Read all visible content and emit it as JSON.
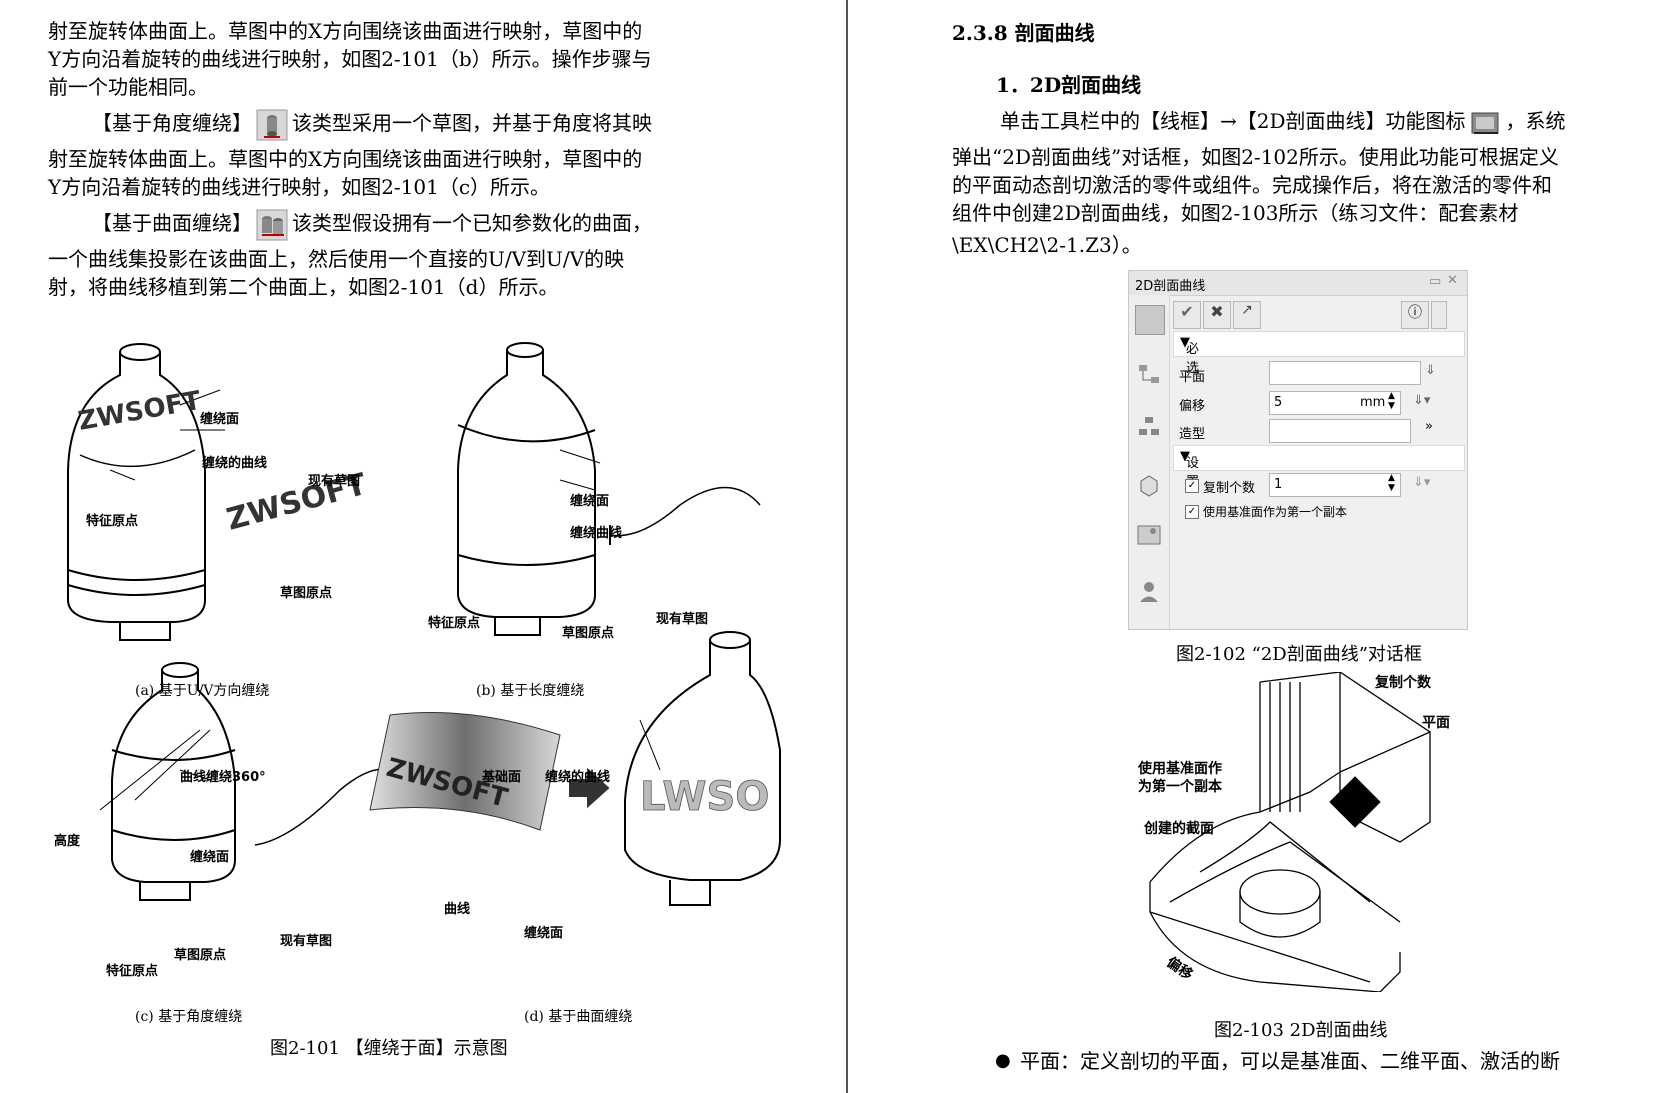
{
  "left": {
    "lines": [
      "射至旋转体曲面上。草图中的X方向围绕该曲面进行映射，草图中的",
      "Y方向沿着旋转的曲线进行映射，如图2-101（b）所示。操作步骤与",
      "前一个功能相同。"
    ],
    "angle_label": "【基于角度缠绕】",
    "angle_text": "该类型采用一个草图，并基于角度将其映",
    "angle_lines": [
      "射至旋转体曲面上。草图中的X方向围绕该曲面进行映射，草图中的",
      "Y方向沿着旋转的曲线进行映射，如图2-101（c）所示。"
    ],
    "surface_label": "【基于曲面缠绕】",
    "surface_text": "该类型假设拥有一个已知参数化的曲面，",
    "surface_lines": [
      "一个曲线集投影在该曲面上，然后使用一个直接的U/V到U/V的映",
      "射，将曲线移植到第二个曲面上，如图2-101（d）所示。"
    ],
    "figure": {
      "sub_a": "(a) 基于U/V方向缠绕",
      "sub_b": "(b) 基于长度缠绕",
      "sub_c": "(c) 基于角度缠绕",
      "sub_d": "(d) 基于曲面缠绕",
      "caption": "图2-101 【缠绕于面】示意图",
      "labels": {
        "a_wrap_face": "缠绕面",
        "a_wrap_curve": "缠绕的曲线",
        "a_feature_origin": "特征原点",
        "a_existing_sketch": "现有草图",
        "a_sketch_origin": "草图原点",
        "a_text": "ZWSOFT",
        "a_logo": "ZWSOFT",
        "b_wrap_face": "缠绕面",
        "b_wrap_curve": "缠绕曲线",
        "b_feature_origin": "特征原点",
        "b_sketch_origin": "草图原点",
        "b_existing_sketch": "现有草图",
        "c_curve_wrap": "曲线缠绕360°",
        "c_height": "高度",
        "c_wrap_face": "缠绕面",
        "c_feature_origin": "特征原点",
        "c_sketch_origin": "草图原点",
        "c_existing_sketch": "现有草图",
        "d_base_face": "基础面",
        "d_wrapped_curve": "缠绕的曲线",
        "d_curve": "曲线",
        "d_wrap_face": "缠绕面",
        "d_text": "ZWSOFT",
        "d_bottle_text": "LWSO"
      }
    }
  },
  "right": {
    "section": "2.3.8 剖面曲线",
    "subsection": "1．2D剖面曲线",
    "p1": "单击工具栏中的【线框】→【2D剖面曲线】功能图标",
    "p1_tail": "，系统",
    "lines": [
      "弹出“2D剖面曲线”对话框，如图2-102所示。使用此功能可根据定义",
      "的平面动态剖切激活的零件或组件。完成操作后，将在激活的零件和",
      "组件中创建2D剖面曲线，如图2-103所示（练习文件：配套素材",
      "\\EX\\CH2\\2-1.Z3）。"
    ],
    "dialog": {
      "title": "2D剖面曲线",
      "required": "必选",
      "plane": "平面",
      "offset": "偏移",
      "offset_value": "5",
      "unit": "mm",
      "shape": "造型",
      "settings": "设置",
      "copies": "复制个数",
      "copies_value": "1",
      "use_base": "使用基准面作为第一个副本"
    },
    "caption_102": "图2-102 “2D剖面曲线”对话框",
    "fig103": {
      "copies": "复制个数",
      "plane": "平面",
      "use_base_1": "使用基准面作",
      "use_base_2": "为第一个副本",
      "created": "创建的截面",
      "offset": "偏移"
    },
    "caption_103": "图2-103 2D剖面曲线",
    "bullet": "●",
    "bullet_text": "平面：定义剖切的平面，可以是基准面、二维平面、激活的断"
  }
}
